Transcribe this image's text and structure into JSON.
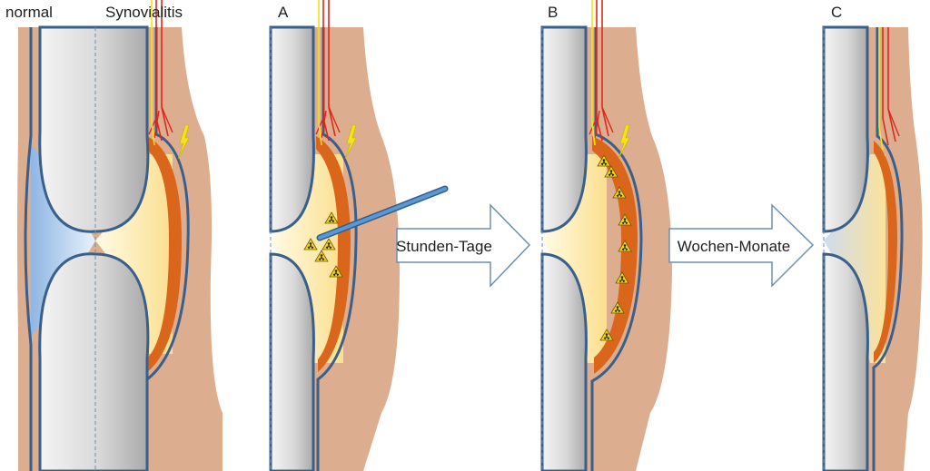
{
  "labels": {
    "normal": "normal",
    "synovialitis": "Synovialitis",
    "panel_a": "A",
    "panel_b": "B",
    "panel_c": "C"
  },
  "arrows": {
    "first": "Stunden-Tage",
    "second": "Wochen-Monate"
  },
  "colors": {
    "skin": "#dcae8f",
    "bone_light": "#f2f2f2",
    "bone_dark": "#b9b9b9",
    "cortex_blue": "#3a5f8a",
    "synovial_orange": "#d9661a",
    "fluid_yellow": "#fbe7a8",
    "fluid_blue": "#a9c9ee",
    "vessel_red": "#e0261c",
    "nerve_yellow": "#f1e21a",
    "arrow_stroke": "#6d8fb1",
    "needle": "#4c8ac6",
    "radiation_yellow": "#f2d21a"
  },
  "icons": [
    "radiation-symbol-icon",
    "needle-icon",
    "lightning-icon",
    "block-arrow-icon"
  ]
}
